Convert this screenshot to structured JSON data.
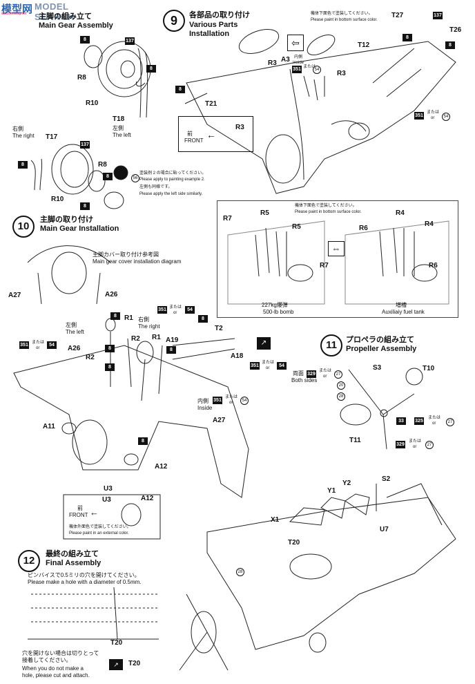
{
  "watermark": {
    "brand": "MODEL SEARCH",
    "brand_cn": "模型网",
    "site": "www.moxing.net"
  },
  "step8": {
    "title_jp": "主脚の組み立て",
    "title_en": "Main Gear Assembly",
    "right_jp": "右側",
    "right_en": "The right",
    "left_jp": "左側",
    "left_en": "The left",
    "parts": {
      "r8a": "R8",
      "r10a": "R10",
      "t18": "T18",
      "t17": "T17",
      "r8b": "R8",
      "r10b": "R10"
    },
    "paint_note_jp": "塗装例 2 の場合に貼ってください。",
    "paint_note_en": "Please apply to painting example 2.",
    "left_note_jp": "左側も同様です。",
    "left_note_en": "Please apply the left side similarly.",
    "codes": {
      "c1": "8",
      "c2": "137",
      "c3": "8",
      "c4": "8",
      "c5": "137",
      "c6": "8",
      "c7": "8",
      "c8": "56"
    }
  },
  "step9": {
    "num": "9",
    "title_jp": "各部品の取り付け",
    "title_en1": "Various Parts",
    "title_en2": "Installation",
    "bottom_jp": "機体下面色で塗装してください。",
    "bottom_en": "Please paint in bottom surface color.",
    "inside_jp": "内側",
    "inside_en": "Inside",
    "mataha": "または",
    "or": "or",
    "front_jp": "前",
    "front_en": "FRONT",
    "parts": {
      "t27": "T27",
      "t26": "T26",
      "t12": "T12",
      "a3": "A3",
      "r3a": "R3",
      "r3b": "R3",
      "r3c": "R3",
      "t21": "T21"
    },
    "codes": {
      "c137": "137",
      "c8a": "8",
      "c8b": "8",
      "c351": "351",
      "c54": "54",
      "c8c": "8",
      "c351b": "351",
      "c54b": "54"
    }
  },
  "bomb_panel": {
    "bottom_jp": "機体下面色で塗装してください。",
    "bottom_en": "Please paint in bottom surface color.",
    "parts": {
      "r7a": "R7",
      "r5a": "R5",
      "r5b": "R5",
      "r7b": "R7",
      "r4a": "R4",
      "r6a": "R6",
      "r4b": "R4",
      "r6b": "R6"
    },
    "bomb_jp": "227kg爆弾",
    "bomb_en": "500-lb bomb",
    "tank_jp": "増槽",
    "tank_en": "Auxiliaiy fuel tank"
  },
  "step10": {
    "num": "10",
    "title_jp": "主脚の取り付け",
    "title_en": "Main Gear Installation",
    "cover_jp": "主脚カバー取り付け参考図",
    "cover_en": "Main gear cover installation diagram",
    "left_jp": "左側",
    "left_en": "The left",
    "right_jp": "右側",
    "right_en": "The right",
    "inside_jp": "内側",
    "inside_en": "Inside",
    "mataha": "または",
    "or": "or",
    "front_jp": "前",
    "front_en": "FRONT",
    "ext_jp": "機体外面色で塗装してください。",
    "ext_en": "Please paint in an external color.",
    "parts": {
      "a27a": "A27",
      "a26a": "A26",
      "r1a": "R1",
      "r2a": "R2",
      "r1b": "R1",
      "a19": "A19",
      "t2": "T2",
      "a26b": "A26",
      "r2b": "R2",
      "a18": "A18",
      "a11": "A11",
      "a27b": "A27",
      "a12a": "A12",
      "u3a": "U3",
      "u3b": "U3",
      "a12b": "A12"
    },
    "codes": {
      "c8a": "8",
      "c8b": "8",
      "c8c": "8",
      "c8d": "8",
      "c8e": "8",
      "c8f": "8",
      "c351a": "351",
      "c54a": "54",
      "c351b": "351",
      "c54b": "54",
      "c351c": "351",
      "c54c": "54",
      "c351d": "351",
      "c54d": "54"
    }
  },
  "step11": {
    "num": "11",
    "title_jp": "プロペラの組み立て",
    "title_en": "Propeller Assembly",
    "both_jp": "両面",
    "both_en": "Both sides",
    "mataha": "または",
    "or": "or",
    "parts": {
      "s3": "S3",
      "t10": "T10",
      "t11": "T11"
    },
    "codes": {
      "c329a": "329",
      "c27a": "27",
      "c20": "20",
      "c28": "28",
      "c33": "33",
      "c325": "325",
      "c27b": "27",
      "c329b": "329",
      "c27c": "27"
    }
  },
  "step12": {
    "num": "12",
    "title_jp": "最終の組み立て",
    "title_en": "Final Assembly",
    "hole_jp": "ピンバイスで0.5ミリの穴を開けてください。",
    "hole_en": "Please make a hole with a diameter of 0.5mm.",
    "nohole_jp1": "穴を開けない場合は切りとって",
    "nohole_jp2": "接着してください。",
    "nohole_en1": "When you do not make a",
    "nohole_en2": "hole, please cut and attach.",
    "parts": {
      "t20a": "T20",
      "t20b": "T20",
      "t20c": "T20",
      "x1": "X1",
      "y1": "Y1",
      "y2": "Y2",
      "s2": "S2",
      "u7": "U7"
    },
    "codes": {
      "c28": "28"
    }
  }
}
